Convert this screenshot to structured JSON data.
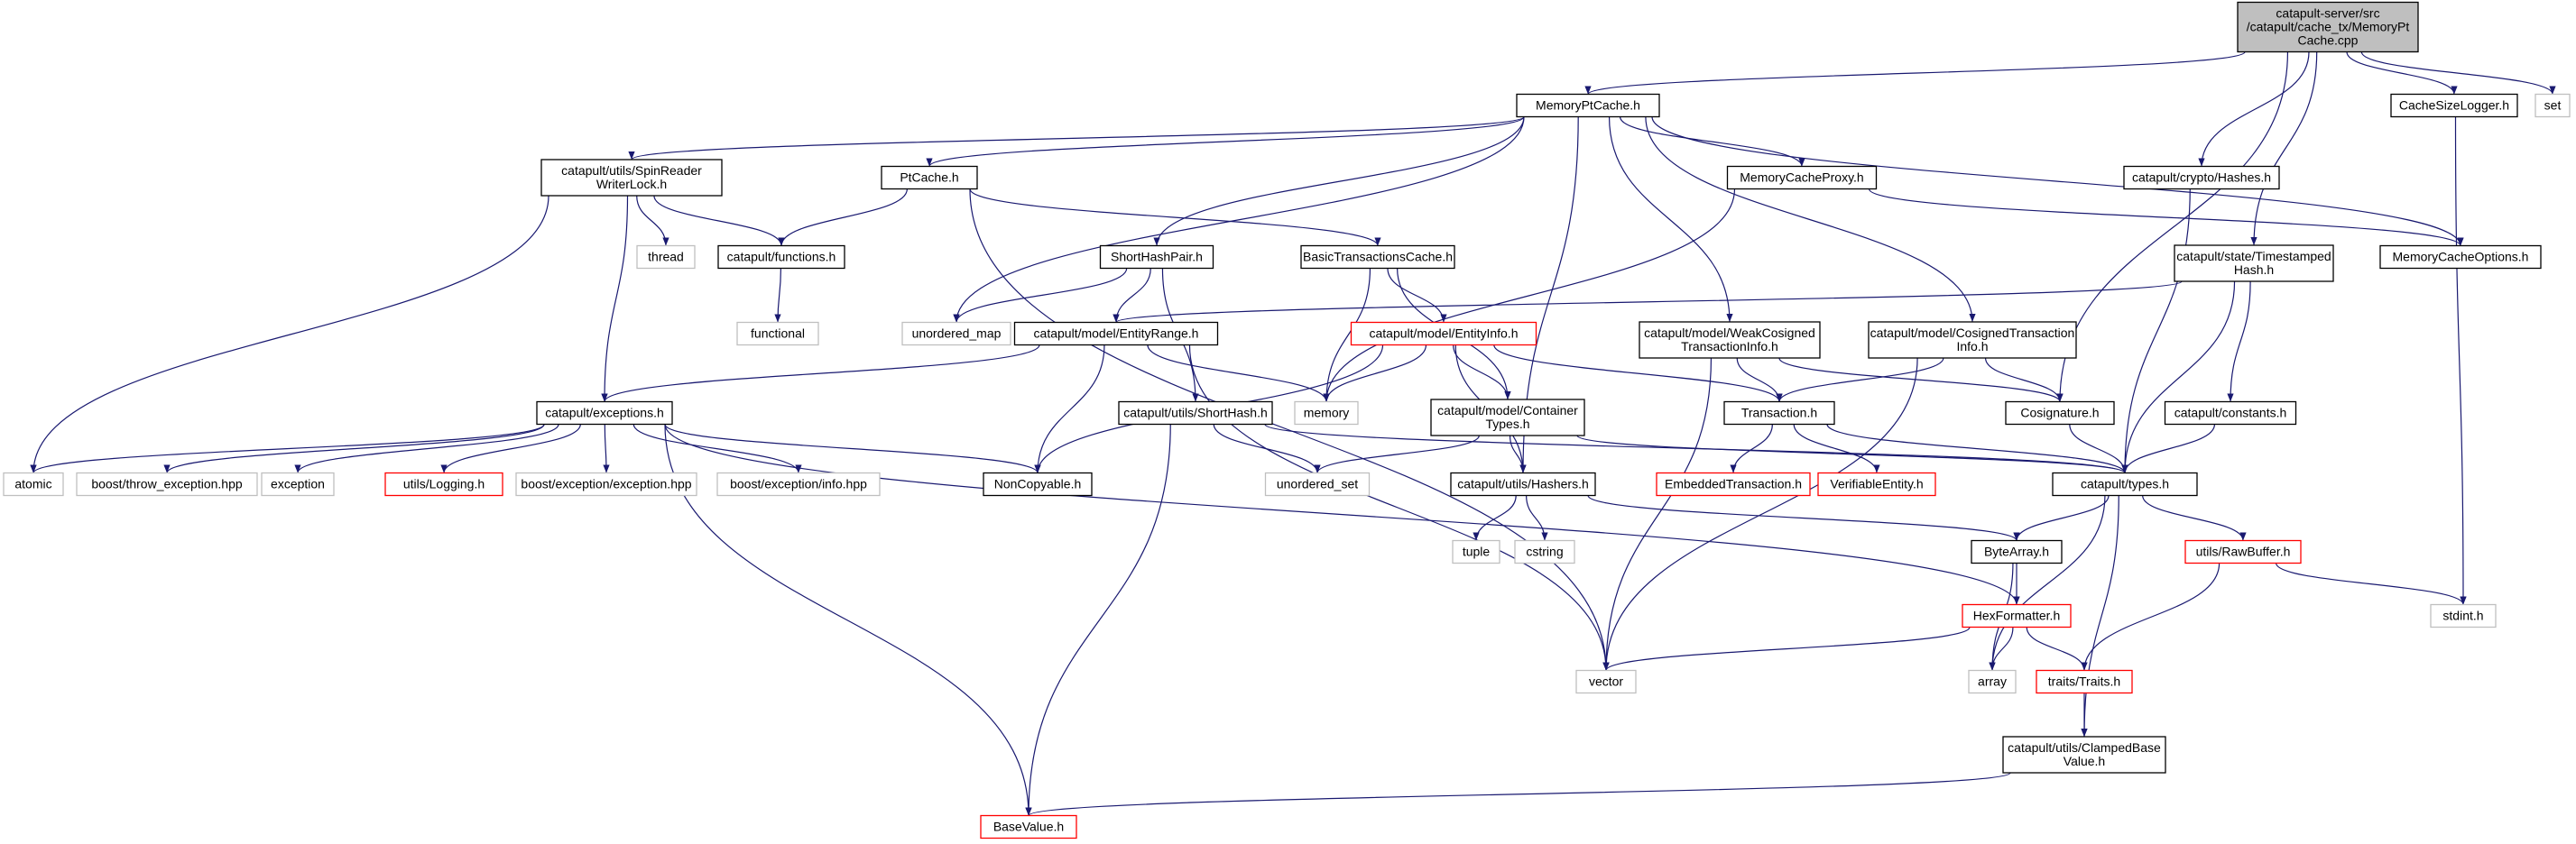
{
  "colors": {
    "edge": "#191970",
    "node_border": "#000000",
    "root_fill": "#bfbfbf",
    "missing_border": "#ff0000",
    "external_border": "#bfbfbf",
    "node_fill": "#ffffff"
  },
  "nodes": [
    {
      "id": "root",
      "lines": [
        "catapult-server/src",
        "/catapult/cache_tx/MemoryPt",
        "Cache.cpp"
      ],
      "kind": "root"
    },
    {
      "id": "memptcache",
      "lines": [
        "MemoryPtCache.h"
      ],
      "kind": "normal"
    },
    {
      "id": "cachesizelogger",
      "lines": [
        "CacheSizeLogger.h"
      ],
      "kind": "normal"
    },
    {
      "id": "set",
      "lines": [
        "set"
      ],
      "kind": "external"
    },
    {
      "id": "spinreader",
      "lines": [
        "catapult/utils/SpinReader",
        "WriterLock.h"
      ],
      "kind": "normal"
    },
    {
      "id": "ptcache",
      "lines": [
        "PtCache.h"
      ],
      "kind": "normal"
    },
    {
      "id": "memcacheproxy",
      "lines": [
        "MemoryCacheProxy.h"
      ],
      "kind": "normal"
    },
    {
      "id": "cryptohashes",
      "lines": [
        "catapult/crypto/Hashes.h"
      ],
      "kind": "normal"
    },
    {
      "id": "thread",
      "lines": [
        "thread"
      ],
      "kind": "external"
    },
    {
      "id": "functions",
      "lines": [
        "catapult/functions.h"
      ],
      "kind": "normal"
    },
    {
      "id": "shorthashpair",
      "lines": [
        "ShortHashPair.h"
      ],
      "kind": "normal"
    },
    {
      "id": "basictx",
      "lines": [
        "BasicTransactionsCache.h"
      ],
      "kind": "normal"
    },
    {
      "id": "timestamped",
      "lines": [
        "catapult/state/Timestamped",
        "Hash.h"
      ],
      "kind": "normal"
    },
    {
      "id": "memcacheopts",
      "lines": [
        "MemoryCacheOptions.h"
      ],
      "kind": "normal"
    },
    {
      "id": "functional",
      "lines": [
        "functional"
      ],
      "kind": "external"
    },
    {
      "id": "unordered_map",
      "lines": [
        "unordered_map"
      ],
      "kind": "external"
    },
    {
      "id": "entityrange",
      "lines": [
        "catapult/model/EntityRange.h"
      ],
      "kind": "normal"
    },
    {
      "id": "entityinfo",
      "lines": [
        "catapult/model/EntityInfo.h"
      ],
      "kind": "missing"
    },
    {
      "id": "weakcosigned",
      "lines": [
        "catapult/model/WeakCosigned",
        "TransactionInfo.h"
      ],
      "kind": "normal"
    },
    {
      "id": "cosignedtx",
      "lines": [
        "catapult/model/CosignedTransaction",
        "Info.h"
      ],
      "kind": "normal"
    },
    {
      "id": "exceptions",
      "lines": [
        "catapult/exceptions.h"
      ],
      "kind": "normal"
    },
    {
      "id": "memory",
      "lines": [
        "memory"
      ],
      "kind": "external"
    },
    {
      "id": "shorthash",
      "lines": [
        "catapult/utils/ShortHash.h"
      ],
      "kind": "normal"
    },
    {
      "id": "containertypes",
      "lines": [
        "catapult/model/Container",
        "Types.h"
      ],
      "kind": "normal"
    },
    {
      "id": "transaction",
      "lines": [
        "Transaction.h"
      ],
      "kind": "normal"
    },
    {
      "id": "cosignature",
      "lines": [
        "Cosignature.h"
      ],
      "kind": "normal"
    },
    {
      "id": "constants",
      "lines": [
        "catapult/constants.h"
      ],
      "kind": "normal"
    },
    {
      "id": "atomic",
      "lines": [
        "atomic"
      ],
      "kind": "external"
    },
    {
      "id": "throwexc",
      "lines": [
        "boost/throw_exception.hpp"
      ],
      "kind": "external"
    },
    {
      "id": "exception",
      "lines": [
        "exception"
      ],
      "kind": "external"
    },
    {
      "id": "logging",
      "lines": [
        "utils/Logging.h"
      ],
      "kind": "missing"
    },
    {
      "id": "boostexc",
      "lines": [
        "boost/exception/exception.hpp"
      ],
      "kind": "external"
    },
    {
      "id": "boostinfo",
      "lines": [
        "boost/exception/info.hpp"
      ],
      "kind": "external"
    },
    {
      "id": "noncopyable",
      "lines": [
        "NonCopyable.h"
      ],
      "kind": "normal"
    },
    {
      "id": "unordered_set",
      "lines": [
        "unordered_set"
      ],
      "kind": "external"
    },
    {
      "id": "hashers",
      "lines": [
        "catapult/utils/Hashers.h"
      ],
      "kind": "normal"
    },
    {
      "id": "embeddedtx",
      "lines": [
        "EmbeddedTransaction.h"
      ],
      "kind": "missing"
    },
    {
      "id": "verifiable",
      "lines": [
        "VerifiableEntity.h"
      ],
      "kind": "missing"
    },
    {
      "id": "types",
      "lines": [
        "catapult/types.h"
      ],
      "kind": "normal"
    },
    {
      "id": "tuple",
      "lines": [
        "tuple"
      ],
      "kind": "external"
    },
    {
      "id": "cstring",
      "lines": [
        "cstring"
      ],
      "kind": "external"
    },
    {
      "id": "bytearray",
      "lines": [
        "ByteArray.h"
      ],
      "kind": "normal"
    },
    {
      "id": "rawbuffer",
      "lines": [
        "utils/RawBuffer.h"
      ],
      "kind": "missing"
    },
    {
      "id": "hexformatter",
      "lines": [
        "HexFormatter.h"
      ],
      "kind": "missing"
    },
    {
      "id": "stdint",
      "lines": [
        "stdint.h"
      ],
      "kind": "external"
    },
    {
      "id": "vector",
      "lines": [
        "vector"
      ],
      "kind": "external"
    },
    {
      "id": "array",
      "lines": [
        "array"
      ],
      "kind": "external"
    },
    {
      "id": "traits",
      "lines": [
        "traits/Traits.h"
      ],
      "kind": "missing"
    },
    {
      "id": "clamped",
      "lines": [
        "catapult/utils/ClampedBase",
        "Value.h"
      ],
      "kind": "normal"
    },
    {
      "id": "basevalue",
      "lines": [
        "BaseValue.h"
      ],
      "kind": "missing"
    }
  ],
  "edges": [
    [
      "root",
      "memptcache"
    ],
    [
      "root",
      "cachesizelogger"
    ],
    [
      "root",
      "set"
    ],
    [
      "root",
      "cryptohashes"
    ],
    [
      "root",
      "timestamped"
    ],
    [
      "root",
      "cosignature"
    ],
    [
      "memptcache",
      "spinreader"
    ],
    [
      "memptcache",
      "ptcache"
    ],
    [
      "memptcache",
      "memcacheproxy"
    ],
    [
      "memptcache",
      "shorthashpair"
    ],
    [
      "memptcache",
      "unordered_map"
    ],
    [
      "memptcache",
      "weakcosigned"
    ],
    [
      "memptcache",
      "cosignedtx"
    ],
    [
      "memptcache",
      "memcacheopts"
    ],
    [
      "memptcache",
      "hashers"
    ],
    [
      "cachesizelogger",
      "stdint"
    ],
    [
      "spinreader",
      "thread"
    ],
    [
      "spinreader",
      "functions"
    ],
    [
      "spinreader",
      "exceptions"
    ],
    [
      "spinreader",
      "atomic"
    ],
    [
      "ptcache",
      "functions"
    ],
    [
      "ptcache",
      "basictx"
    ],
    [
      "ptcache",
      "vector"
    ],
    [
      "memcacheproxy",
      "memcacheopts"
    ],
    [
      "memcacheproxy",
      "memory"
    ],
    [
      "cryptohashes",
      "types"
    ],
    [
      "functions",
      "functional"
    ],
    [
      "shorthashpair",
      "unordered_map"
    ],
    [
      "shorthashpair",
      "entityrange"
    ],
    [
      "shorthashpair",
      "shorthash"
    ],
    [
      "basictx",
      "memory"
    ],
    [
      "basictx",
      "entityinfo"
    ],
    [
      "basictx",
      "containertypes"
    ],
    [
      "timestamped",
      "entityrange"
    ],
    [
      "timestamped",
      "constants"
    ],
    [
      "timestamped",
      "types"
    ],
    [
      "entityrange",
      "exceptions"
    ],
    [
      "entityrange",
      "memory"
    ],
    [
      "entityrange",
      "noncopyable"
    ],
    [
      "entityrange",
      "vector"
    ],
    [
      "entityinfo",
      "memory"
    ],
    [
      "entityinfo",
      "noncopyable"
    ],
    [
      "entityinfo",
      "containertypes"
    ],
    [
      "entityinfo",
      "transaction"
    ],
    [
      "entityinfo",
      "hashers"
    ],
    [
      "weakcosigned",
      "transaction"
    ],
    [
      "weakcosigned",
      "cosignature"
    ],
    [
      "weakcosigned",
      "vector"
    ],
    [
      "cosignedtx",
      "transaction"
    ],
    [
      "cosignedtx",
      "cosignature"
    ],
    [
      "cosignedtx",
      "vector"
    ],
    [
      "exceptions",
      "atomic"
    ],
    [
      "exceptions",
      "throwexc"
    ],
    [
      "exceptions",
      "exception"
    ],
    [
      "exceptions",
      "logging"
    ],
    [
      "exceptions",
      "boostexc"
    ],
    [
      "exceptions",
      "boostinfo"
    ],
    [
      "exceptions",
      "noncopyable"
    ],
    [
      "exceptions",
      "hexformatter"
    ],
    [
      "exceptions",
      "basevalue"
    ],
    [
      "shorthash",
      "unordered_set"
    ],
    [
      "shorthash",
      "types"
    ],
    [
      "shorthash",
      "basevalue"
    ],
    [
      "containertypes",
      "unordered_set"
    ],
    [
      "containertypes",
      "hashers"
    ],
    [
      "containertypes",
      "types"
    ],
    [
      "transaction",
      "embeddedtx"
    ],
    [
      "transaction",
      "verifiable"
    ],
    [
      "transaction",
      "types"
    ],
    [
      "cosignature",
      "types"
    ],
    [
      "constants",
      "types"
    ],
    [
      "hashers",
      "tuple"
    ],
    [
      "hashers",
      "cstring"
    ],
    [
      "hashers",
      "bytearray"
    ],
    [
      "types",
      "bytearray"
    ],
    [
      "types",
      "rawbuffer"
    ],
    [
      "types",
      "array"
    ],
    [
      "types",
      "clamped"
    ],
    [
      "bytearray",
      "hexformatter"
    ],
    [
      "bytearray",
      "array"
    ],
    [
      "rawbuffer",
      "stdint"
    ],
    [
      "rawbuffer",
      "traits"
    ],
    [
      "hexformatter",
      "vector"
    ],
    [
      "hexformatter",
      "array"
    ],
    [
      "hexformatter",
      "traits"
    ],
    [
      "traits",
      "clamped"
    ],
    [
      "clamped",
      "basevalue"
    ]
  ]
}
